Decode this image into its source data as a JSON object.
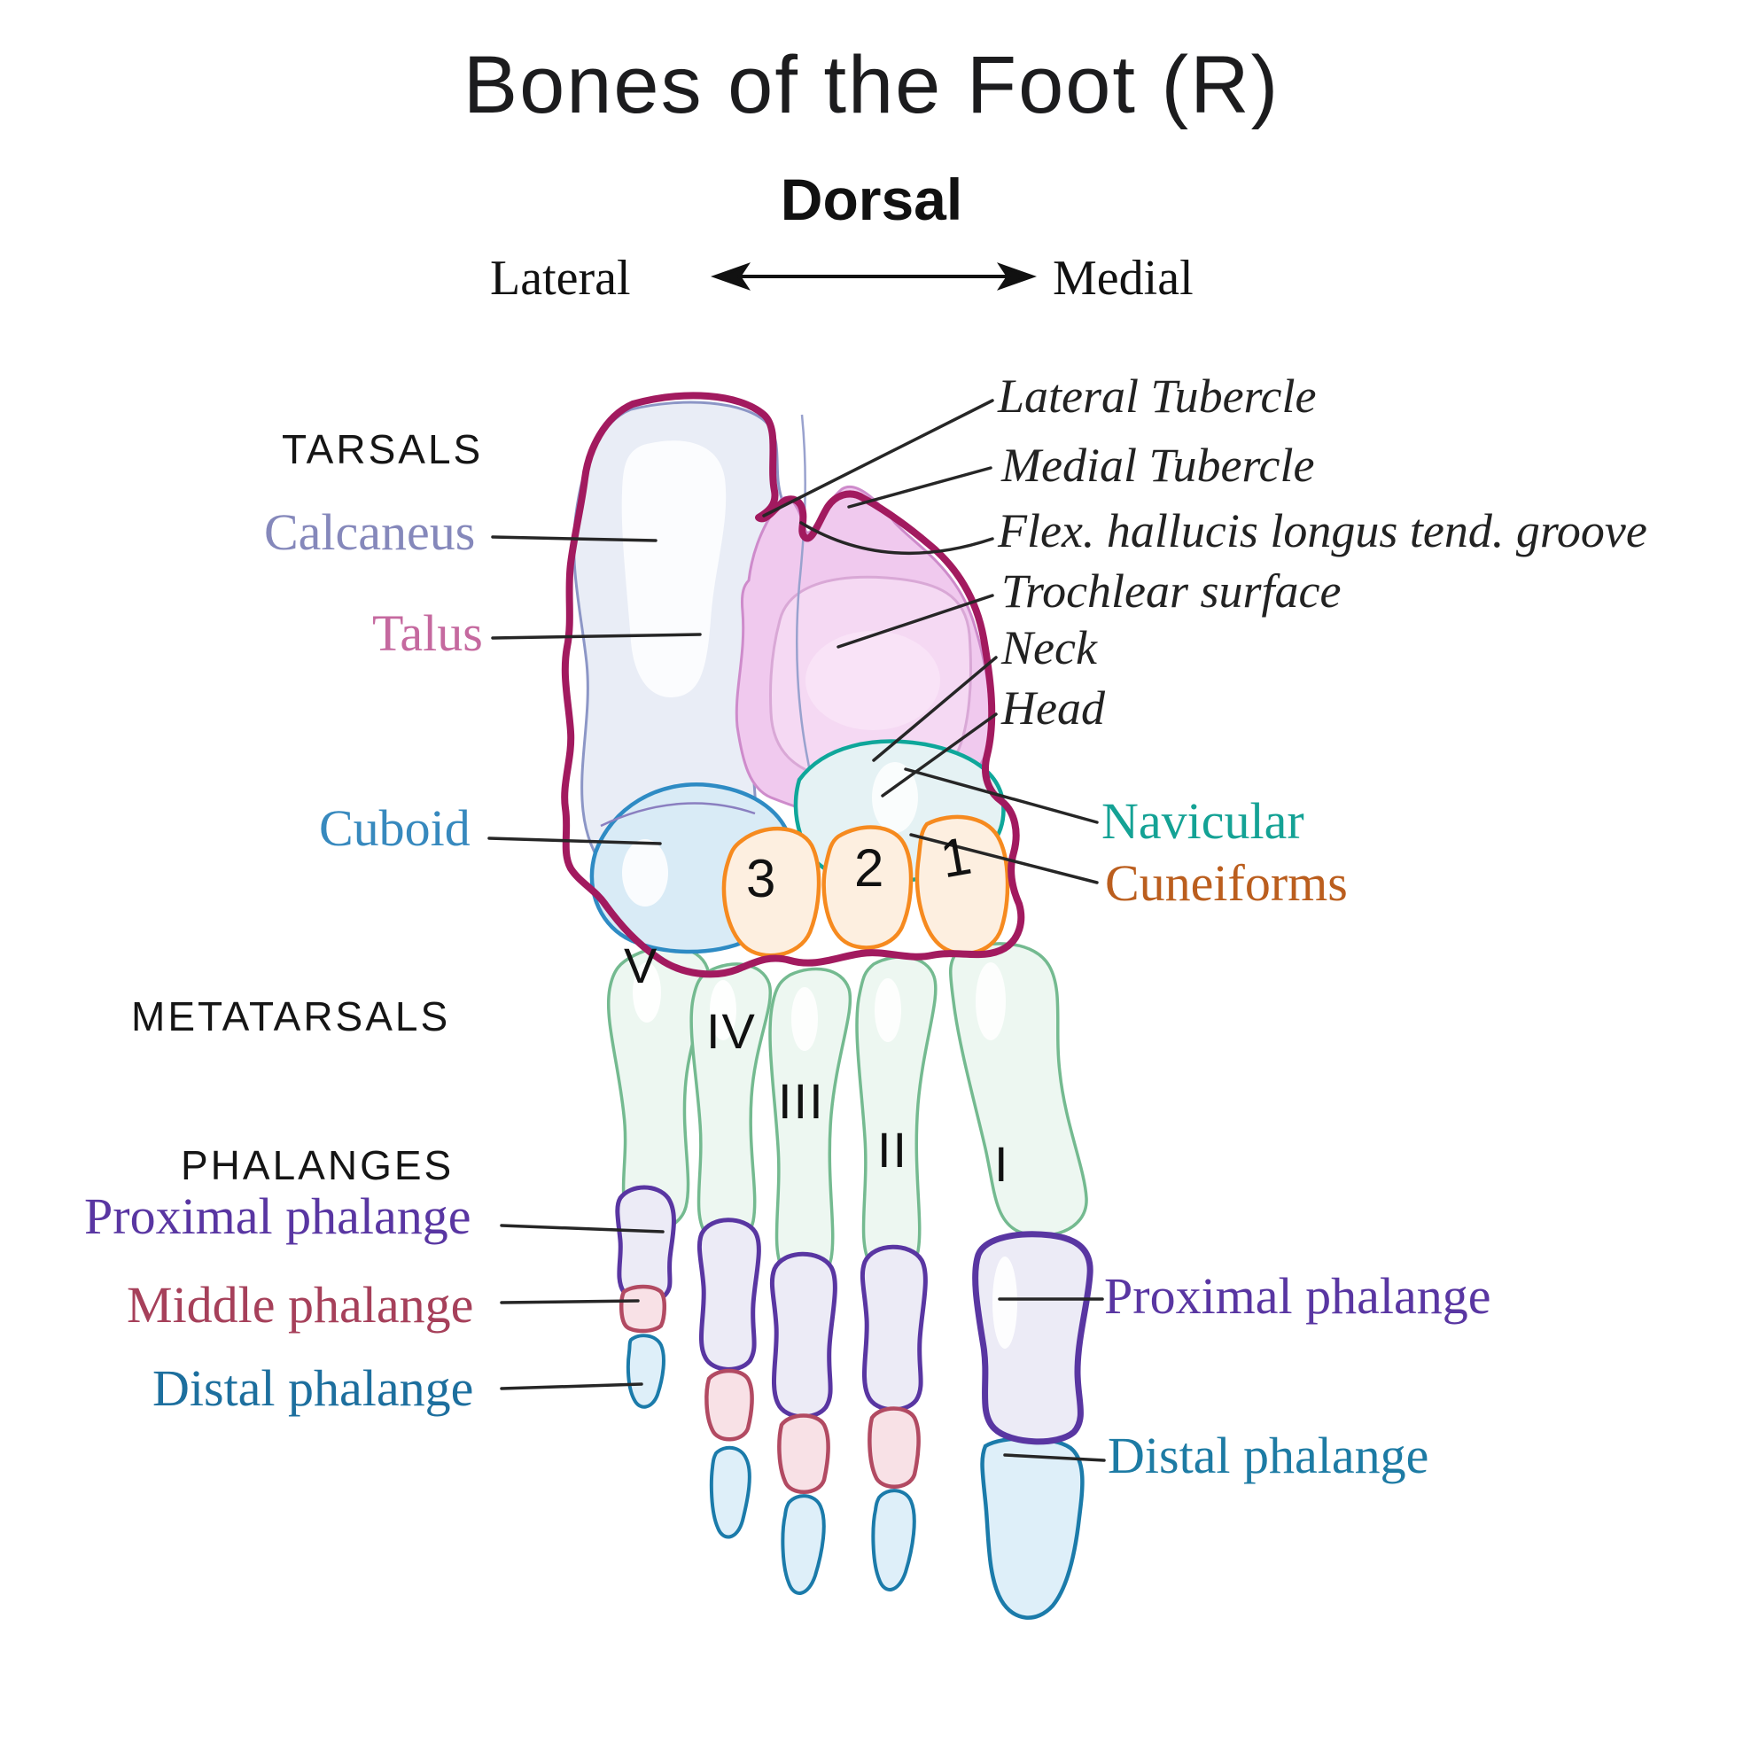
{
  "title": "Bones of the Foot (R)",
  "subtitle": "Dorsal",
  "orientation": {
    "left": "Lateral",
    "right": "Medial"
  },
  "sections": {
    "tarsals": "TARSALS",
    "metatarsals": "METATARSALS",
    "phalanges": "PHALANGES"
  },
  "tarsal_labels": {
    "calcaneus": {
      "text": "Calcaneus",
      "color": "#8588BB"
    },
    "talus": {
      "text": "Talus",
      "color": "#C5699F"
    },
    "cuboid": {
      "text": "Cuboid",
      "color": "#3789BE"
    },
    "navicular": {
      "text": "Navicular",
      "color": "#14A295"
    },
    "cuneiforms": {
      "text": "Cuneiforms",
      "color": "#BB5E1E"
    }
  },
  "talus_features": {
    "lateral_tubercle": "Lateral Tubercle",
    "medial_tubercle": "Medial Tubercle",
    "flexor_groove": "Flex. hallucis longus tend. groove",
    "trochlear_surface": "Trochlear surface",
    "neck": "Neck",
    "head": "Head"
  },
  "phalange_labels": {
    "proximal": {
      "text": "Proximal phalange",
      "color": "#5936A2"
    },
    "middle": {
      "text": "Middle phalange",
      "color": "#A6405A"
    },
    "distal": {
      "text": "Distal phalange",
      "color": "#1D6F9E"
    }
  },
  "cuneiform_numbers": [
    "3",
    "2",
    "1"
  ],
  "metatarsal_numbers": [
    "V",
    "IV",
    "III",
    "II",
    "I"
  ],
  "colors": {
    "tarsal_outline": "#A21A5F",
    "calcaneus_fill": "#E9EDF6",
    "calcaneus_stroke": "#8C96C6",
    "talus_fill": "#F0C9EE",
    "cuboid_fill": "#D9EBF6",
    "cuboid_stroke": "#2E8BC4",
    "navicular_fill": "#E5F2F4",
    "navicular_stroke": "#0FA79A",
    "cuneiform_fill": "#FDEFE0",
    "cuneiform_stroke": "#F68A1F",
    "metatarsal_fill": "#EDF7F1",
    "metatarsal_stroke": "#74BA90",
    "proximal_fill": "#ECEBF6",
    "proximal_stroke": "#5936A2",
    "middle_fill": "#F8E1E6",
    "middle_stroke": "#B24A62",
    "distal_fill": "#DEEFF9",
    "distal_stroke": "#1B7BAA",
    "leader_line": "#262626"
  }
}
